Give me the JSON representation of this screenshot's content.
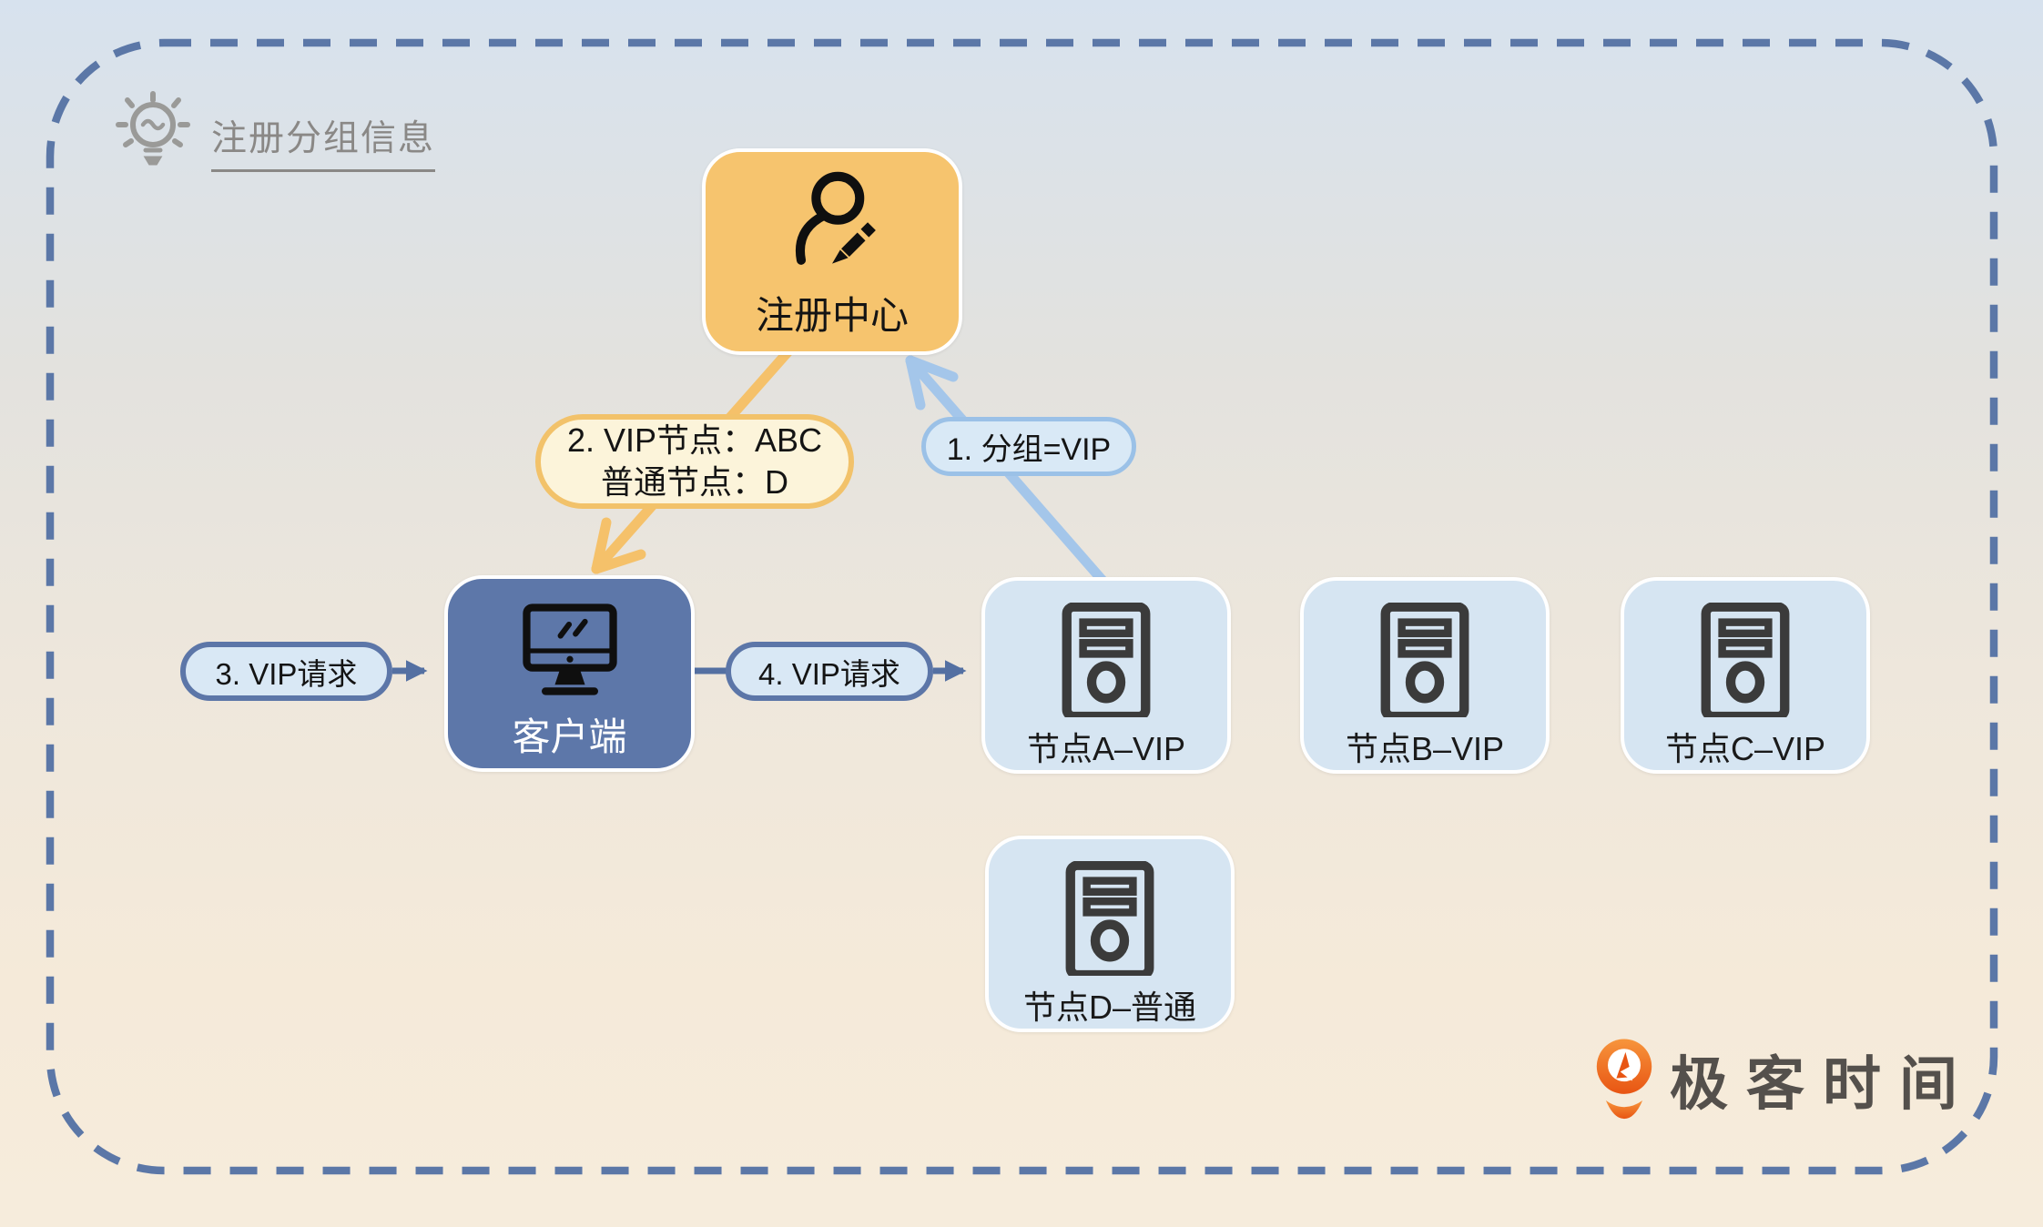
{
  "header": {
    "title": "注册分组信息",
    "icon": "lightbulb-icon"
  },
  "registry": {
    "label": "注册中心",
    "icon": "user-edit-icon"
  },
  "client": {
    "label": "客户端",
    "icon": "monitor-icon"
  },
  "nodes": [
    {
      "label": "节点A–VIP",
      "icon": "server-icon"
    },
    {
      "label": "节点B–VIP",
      "icon": "server-icon"
    },
    {
      "label": "节点C–VIP",
      "icon": "server-icon"
    },
    {
      "label": "节点D–普通",
      "icon": "server-icon"
    }
  ],
  "callouts": {
    "step1": "1. 分组=VIP",
    "step2_line1": "2. VIP节点：ABC",
    "step2_line2": "普通节点：D",
    "step3": "3. VIP请求",
    "step4": "4. VIP请求"
  },
  "branding": {
    "logo_text": "极客时间",
    "logo_icon": "geektime-logo"
  },
  "colors": {
    "bg_top": "#D7E2EE",
    "bg_bottom": "#F6ECDC",
    "dashed_border": "#5B77A7",
    "registry_fill": "#F6C46E",
    "client_fill": "#5D77A9",
    "node_fill": "#D6E5F2",
    "callout_yellow_fill": "#FCF4DA",
    "callout_yellow_border": "#F2C26A",
    "callout_blue_fill": "#D9E9F6",
    "callout_blue_border": "#9BC1E7",
    "pill_fill": "#D9E8F5",
    "pill_border": "#5C76A8",
    "arrow_orange": "#F5C16A",
    "arrow_blue": "#A4C6EA",
    "arrow_dark": "#5470A2",
    "title_gray": "#8A8886",
    "logo_orange": "#EA5E15",
    "logo_text_color": "#54504C"
  }
}
